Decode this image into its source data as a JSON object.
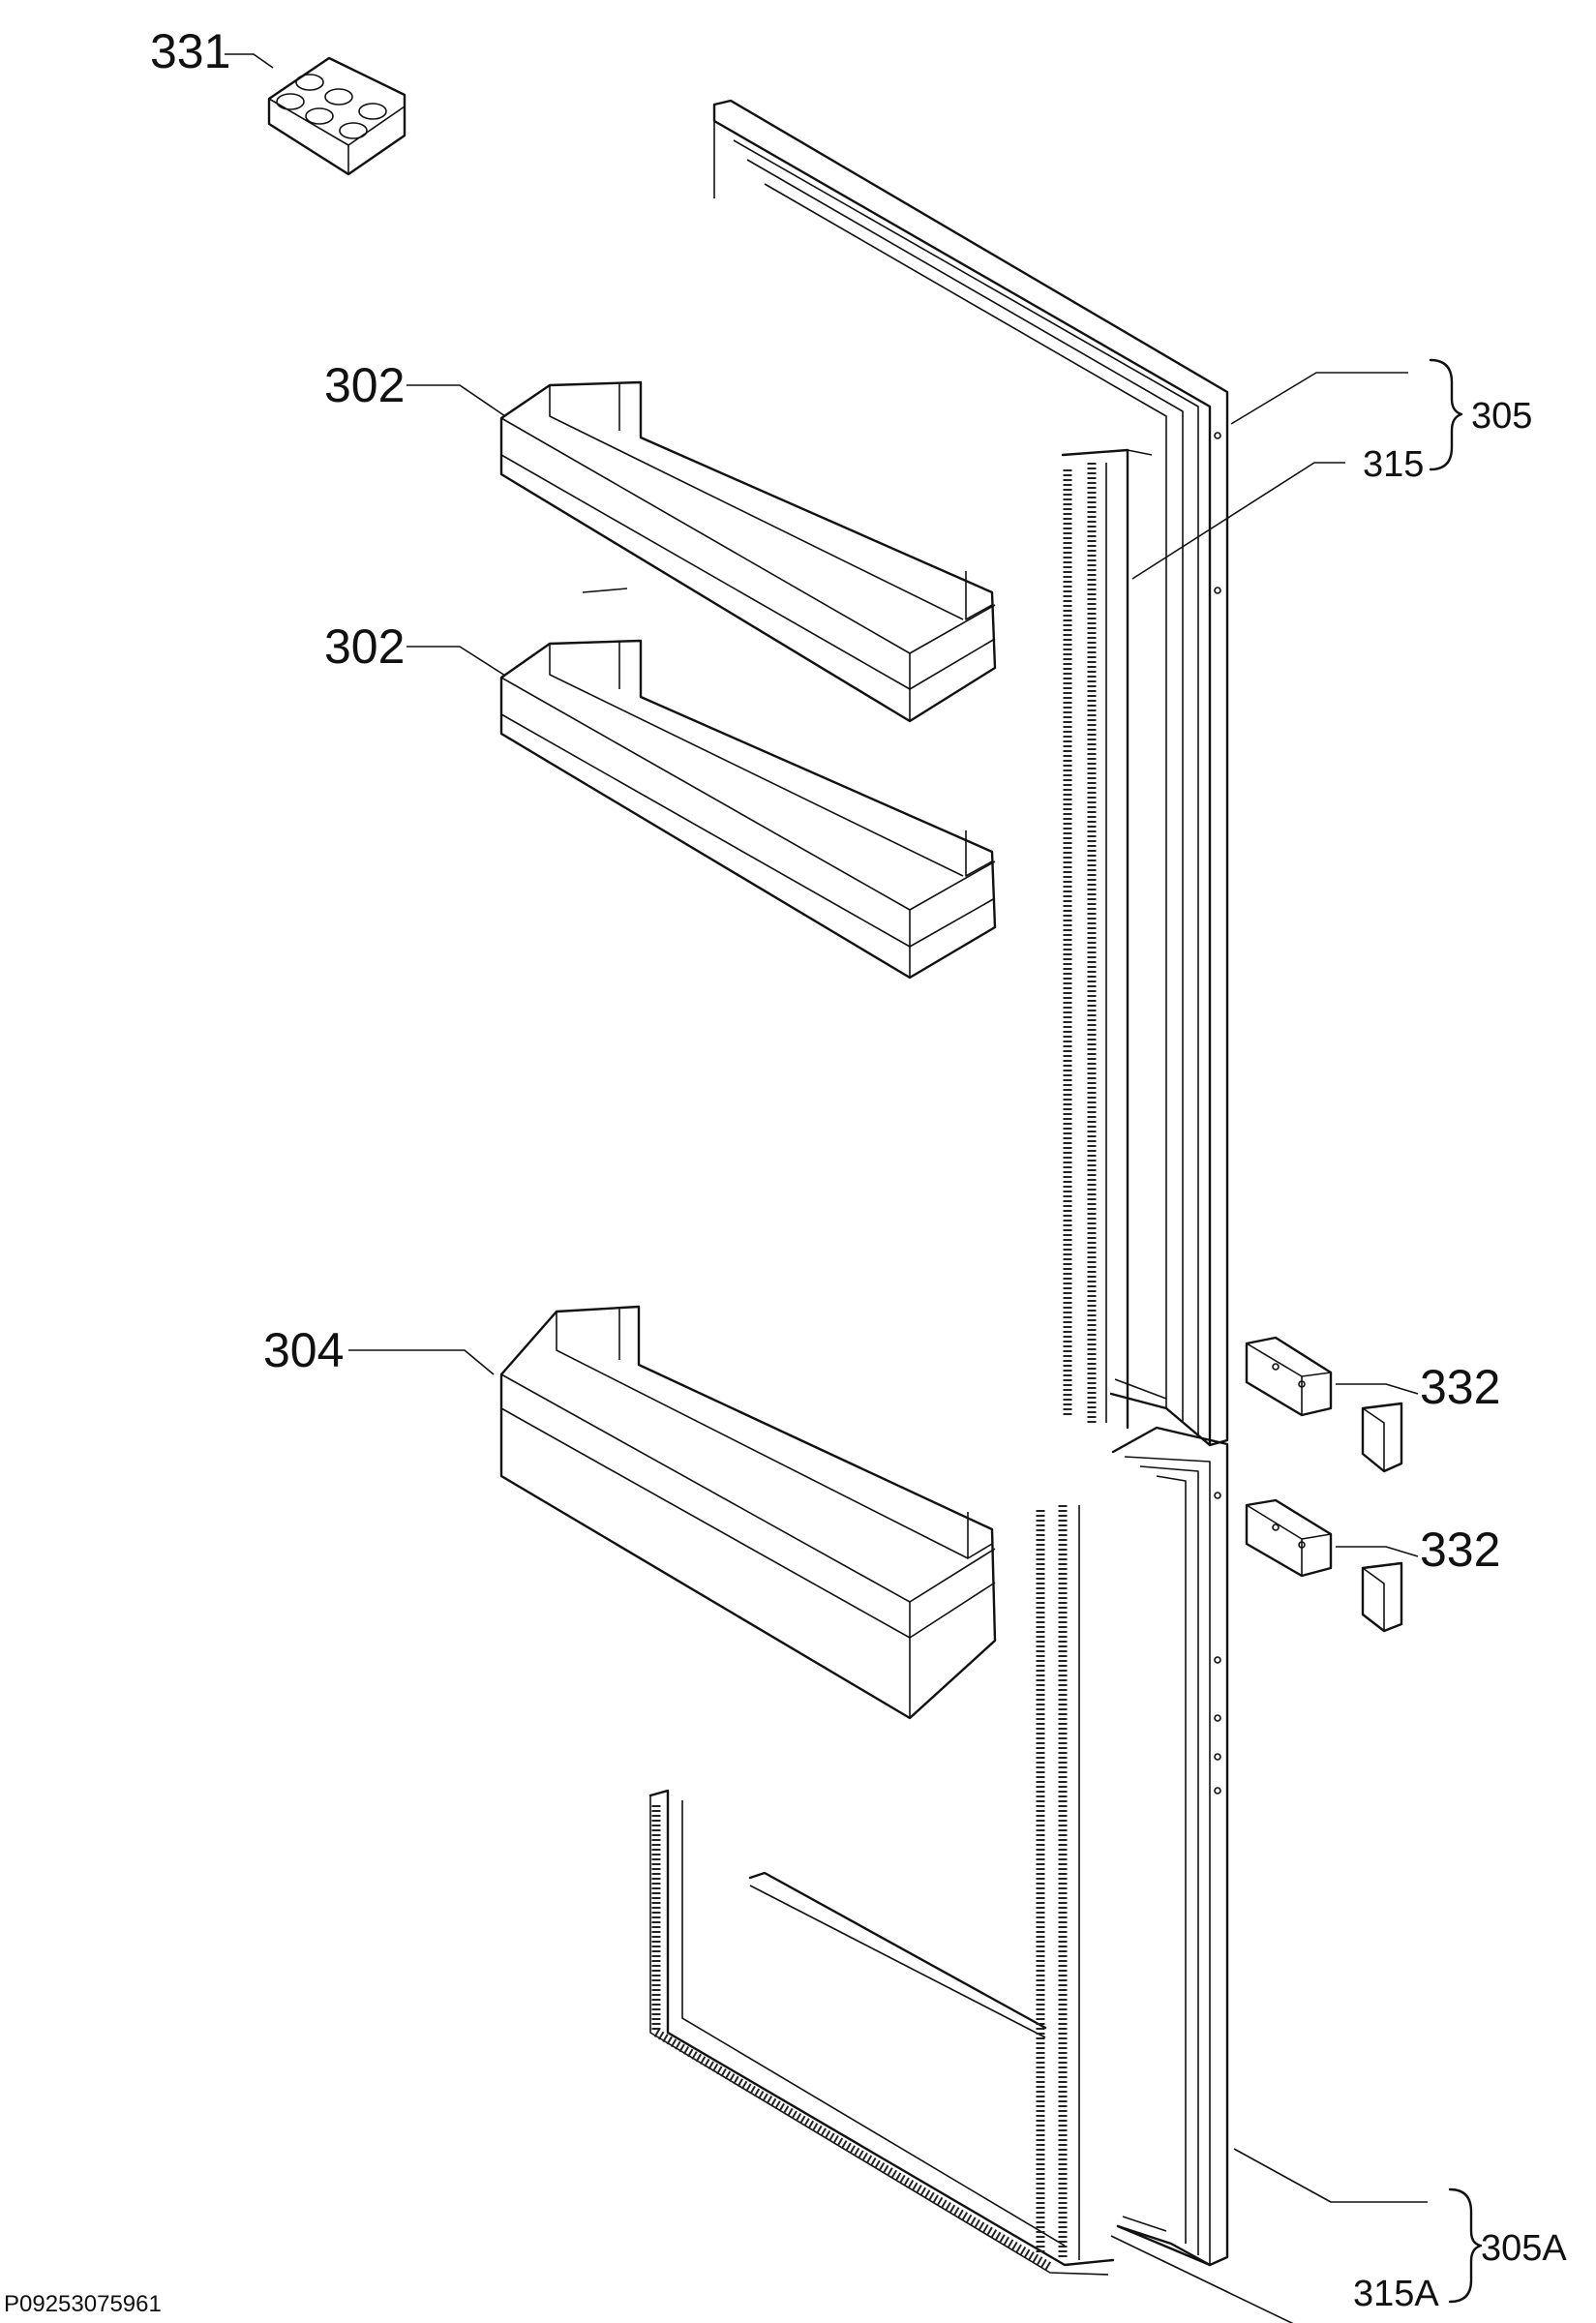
{
  "labels": {
    "egg_tray": "331",
    "bottle_shelf_upper": "302",
    "bottle_shelf_middle": "302",
    "bottle_shelf_lower": "304",
    "upper_door": "305",
    "upper_gasket": "315",
    "hinge_upper": "332",
    "hinge_lower": "332",
    "lower_door": "305A",
    "lower_gasket": "315A",
    "drawing_code": "P09253075961"
  }
}
